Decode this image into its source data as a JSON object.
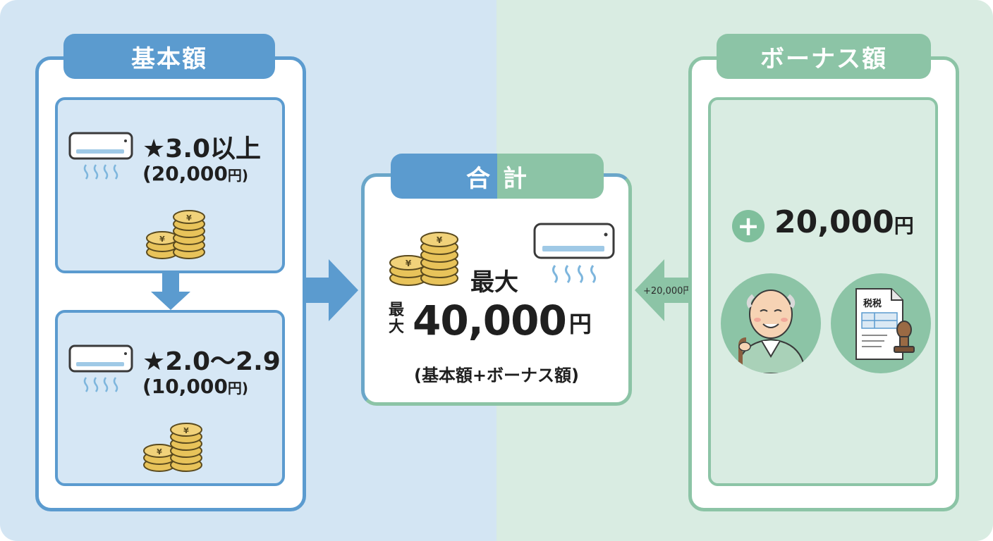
{
  "panels": {
    "basic": {
      "title": "基本額",
      "tiers": [
        {
          "rating": "★3.0以上",
          "amount": "(20,000",
          "yen": "円)"
        },
        {
          "rating": "★2.0〜2.9",
          "amount": "(10,000",
          "yen": "円)"
        }
      ]
    },
    "total": {
      "title_left": "合",
      "title_right": "計",
      "max_label": "最大",
      "prefix": "最大",
      "amount": "40,000",
      "yen": "円",
      "note": "(基本額+ボーナス額)"
    },
    "bonus": {
      "title": "ボーナス額",
      "plus": "+",
      "amount": "20,000",
      "yen": "円",
      "arrow_label": "+20,000円",
      "document_label": "税税"
    }
  },
  "colors": {
    "blue_accent": "#5b9bcf",
    "green_accent": "#8cc4a6",
    "coin": "#e8c35a"
  },
  "icons": [
    "air-conditioner-icon",
    "yen-coin-stack-icon",
    "elderly-person-icon",
    "tax-document-icon"
  ]
}
